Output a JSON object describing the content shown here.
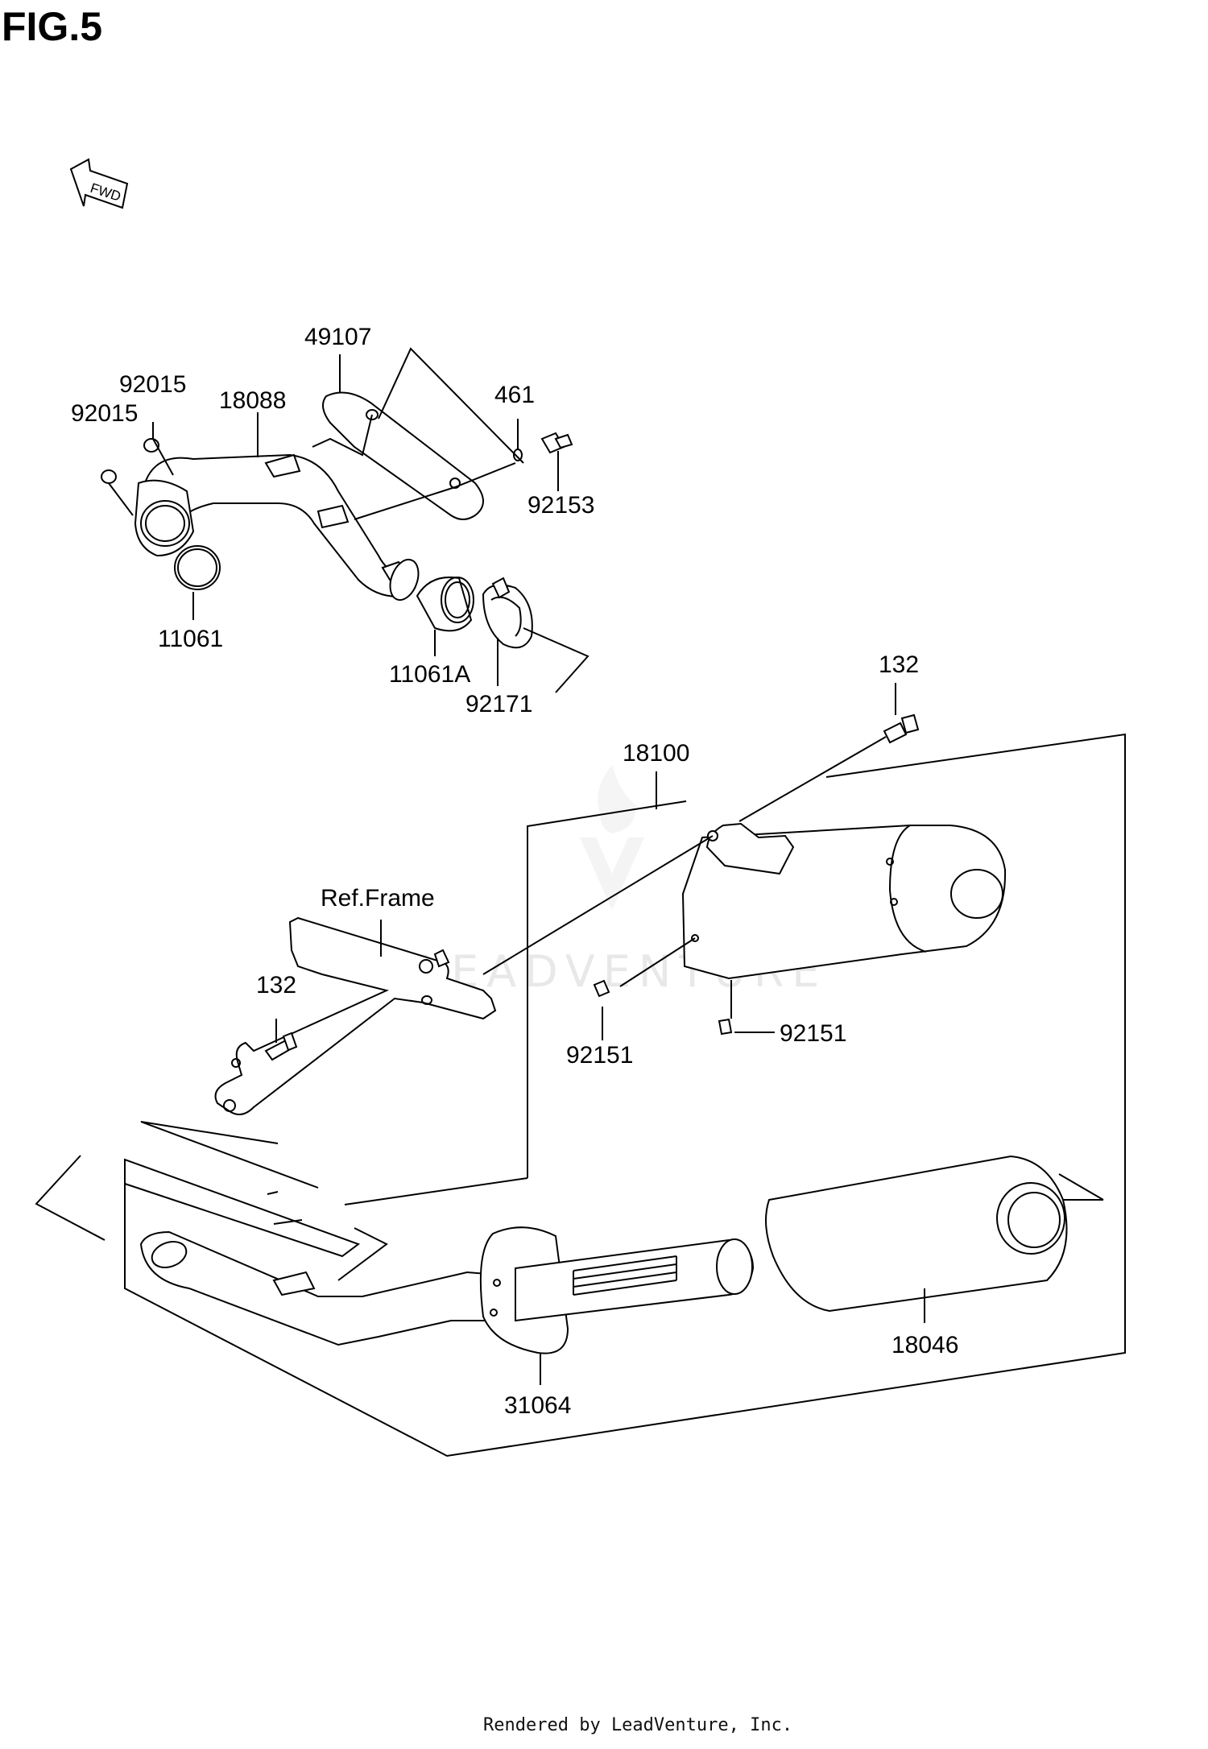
{
  "figure": {
    "title": "FIG.5",
    "fwd_label": "FWD"
  },
  "watermark": "LEADVENTURE",
  "footer": "Rendered by LeadVenture, Inc.",
  "part_labels": {
    "p49107": "49107",
    "p92015_a": "92015",
    "p92015_b": "92015",
    "p18088": "18088",
    "p461": "461",
    "p92153": "92153",
    "p11061": "11061",
    "p11061A": "11061A",
    "p92171": "92171",
    "p132_top": "132",
    "p18100": "18100",
    "ref_frame": "Ref.Frame",
    "p132_left": "132",
    "p92151_left": "92151",
    "p92151_right": "92151",
    "p18046": "18046",
    "p31064": "31064"
  }
}
